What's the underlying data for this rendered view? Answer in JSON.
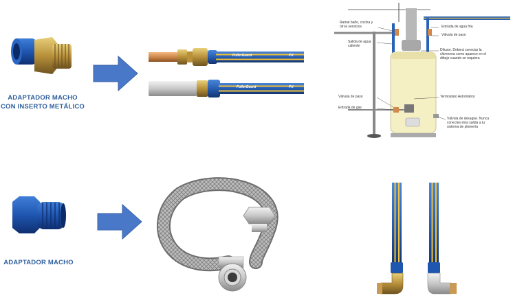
{
  "products": [
    {
      "label_line1": "ADAPTADOR MACHO",
      "label_line2": "CON INSERTO METÁLICO"
    },
    {
      "label_line1": "ADAPTADOR MACHO"
    }
  ],
  "pipe_brand": "FullerGuard",
  "pipe_mark": "PX",
  "heater_callouts": [
    "Entrada de agua fría",
    "Ramal baño, cocina y otros servicios",
    "Válvula de paso",
    "Salida de agua caliente",
    "Difusor. Deberá conectar la chimenea como aparece en el dibujo cuando se requiera",
    "Válvula de paso",
    "Termostato Automático",
    "Entrada de gas",
    "Válvula de desagüe. Nunca conectes ésta salida a tu sistema de plomería"
  ]
}
